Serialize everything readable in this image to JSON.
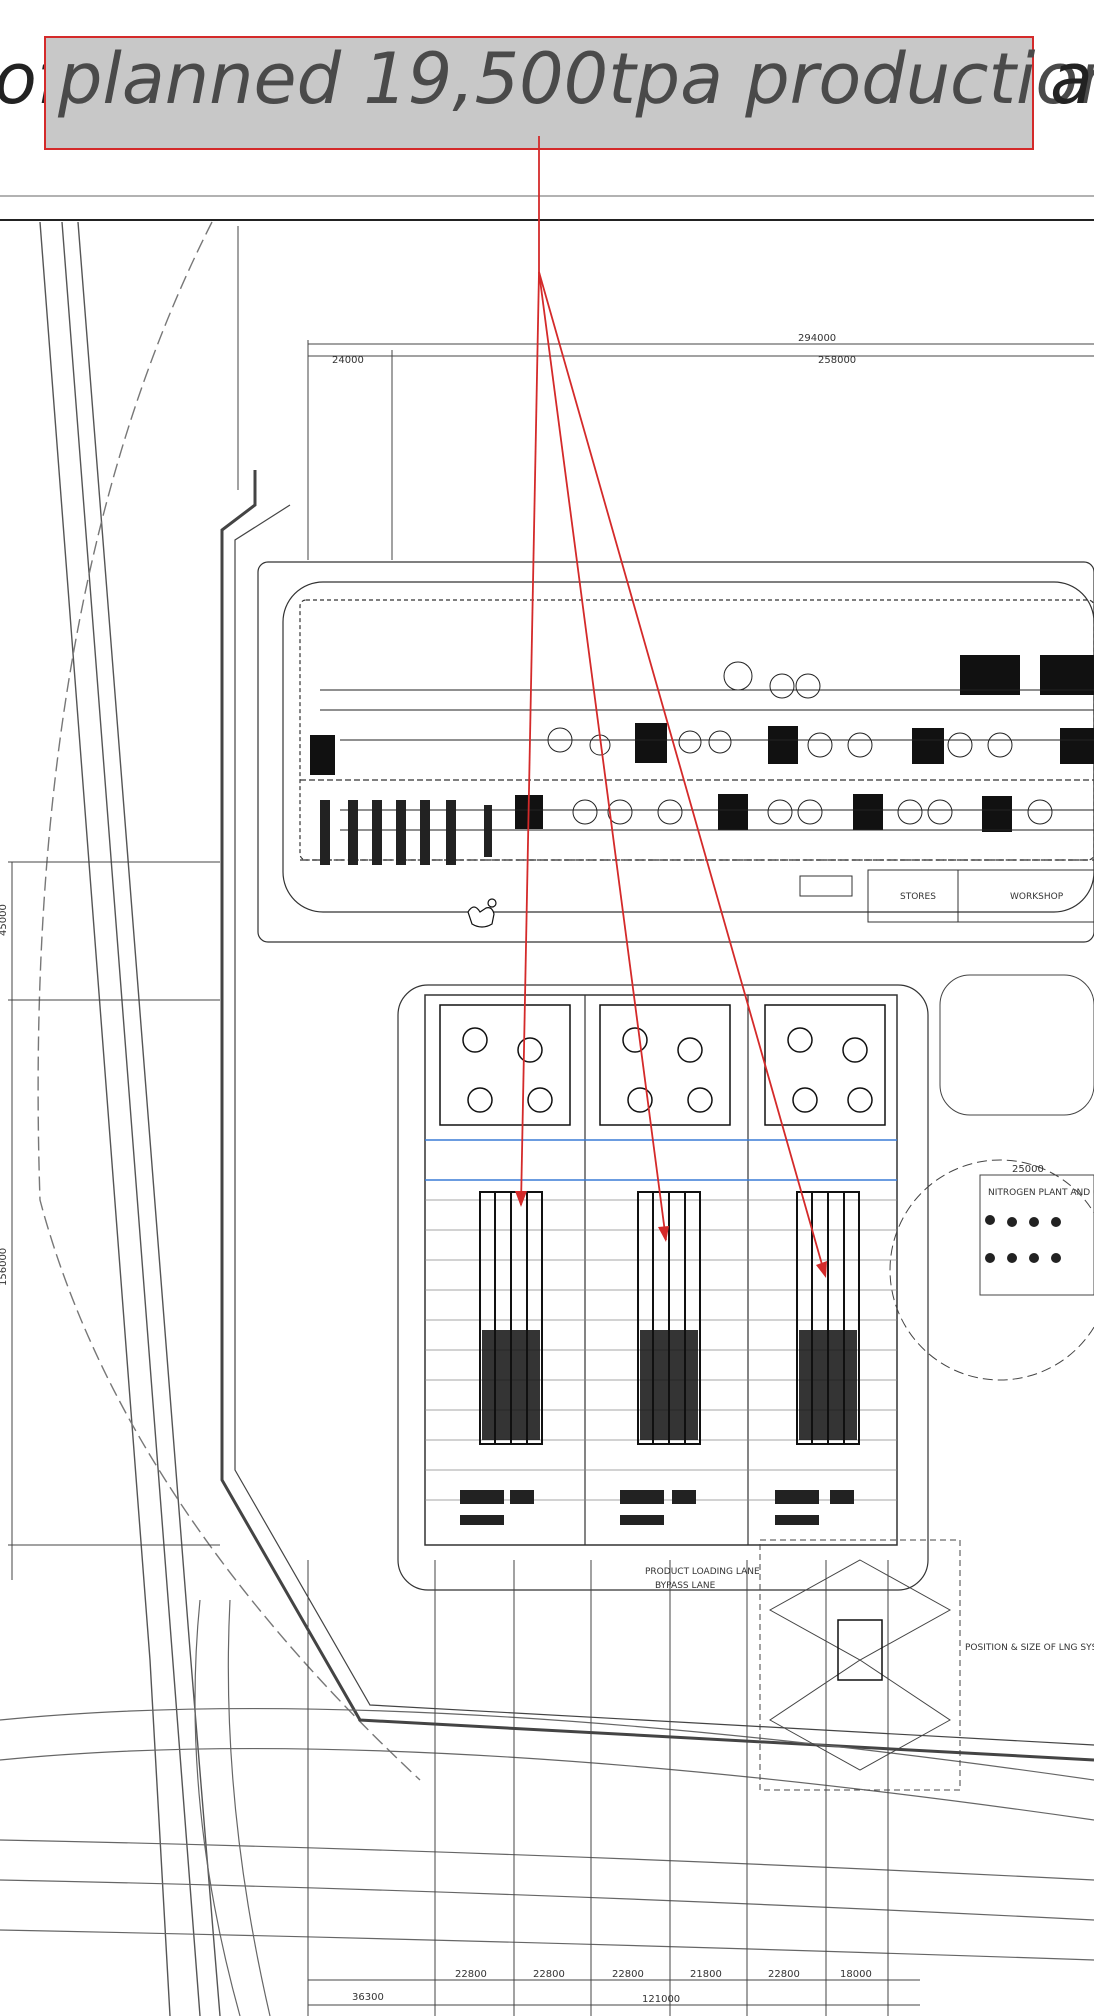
{
  "headline": {
    "prefix": "of",
    "highlight": "planned 19,500tpa production",
    "suffix": "ar"
  },
  "colors": {
    "annotation_red": "#d42a2a",
    "highlight_fill": "#c8c8c8",
    "line_dark": "#222222"
  },
  "dimensions": {
    "top_total": "294000",
    "top_main": "258000",
    "top_left": "24000",
    "bottom_left": "36300",
    "bottom_total": "121000",
    "bay_1": "22800",
    "bay_2": "22800",
    "bay_3": "22800",
    "bay_4": "21800",
    "bay_5": "22800",
    "bay_6": "18000",
    "right_circle": "25000",
    "left_side_top": "45000",
    "left_side_mid": "156000"
  },
  "labels": {
    "stores": "STORES",
    "workshop": "WORKSHOP",
    "product_loading_lane": "PRODUCT LOADING LANE",
    "bypass_lane": "BYPASS LANE",
    "nitrogen_plant": "NITROGEN PLANT AND COMPRESSORS",
    "position_note": "POSITION & SIZE OF LNG SYSTEM TO BE REVIEWED IN NEXT STAGE"
  }
}
